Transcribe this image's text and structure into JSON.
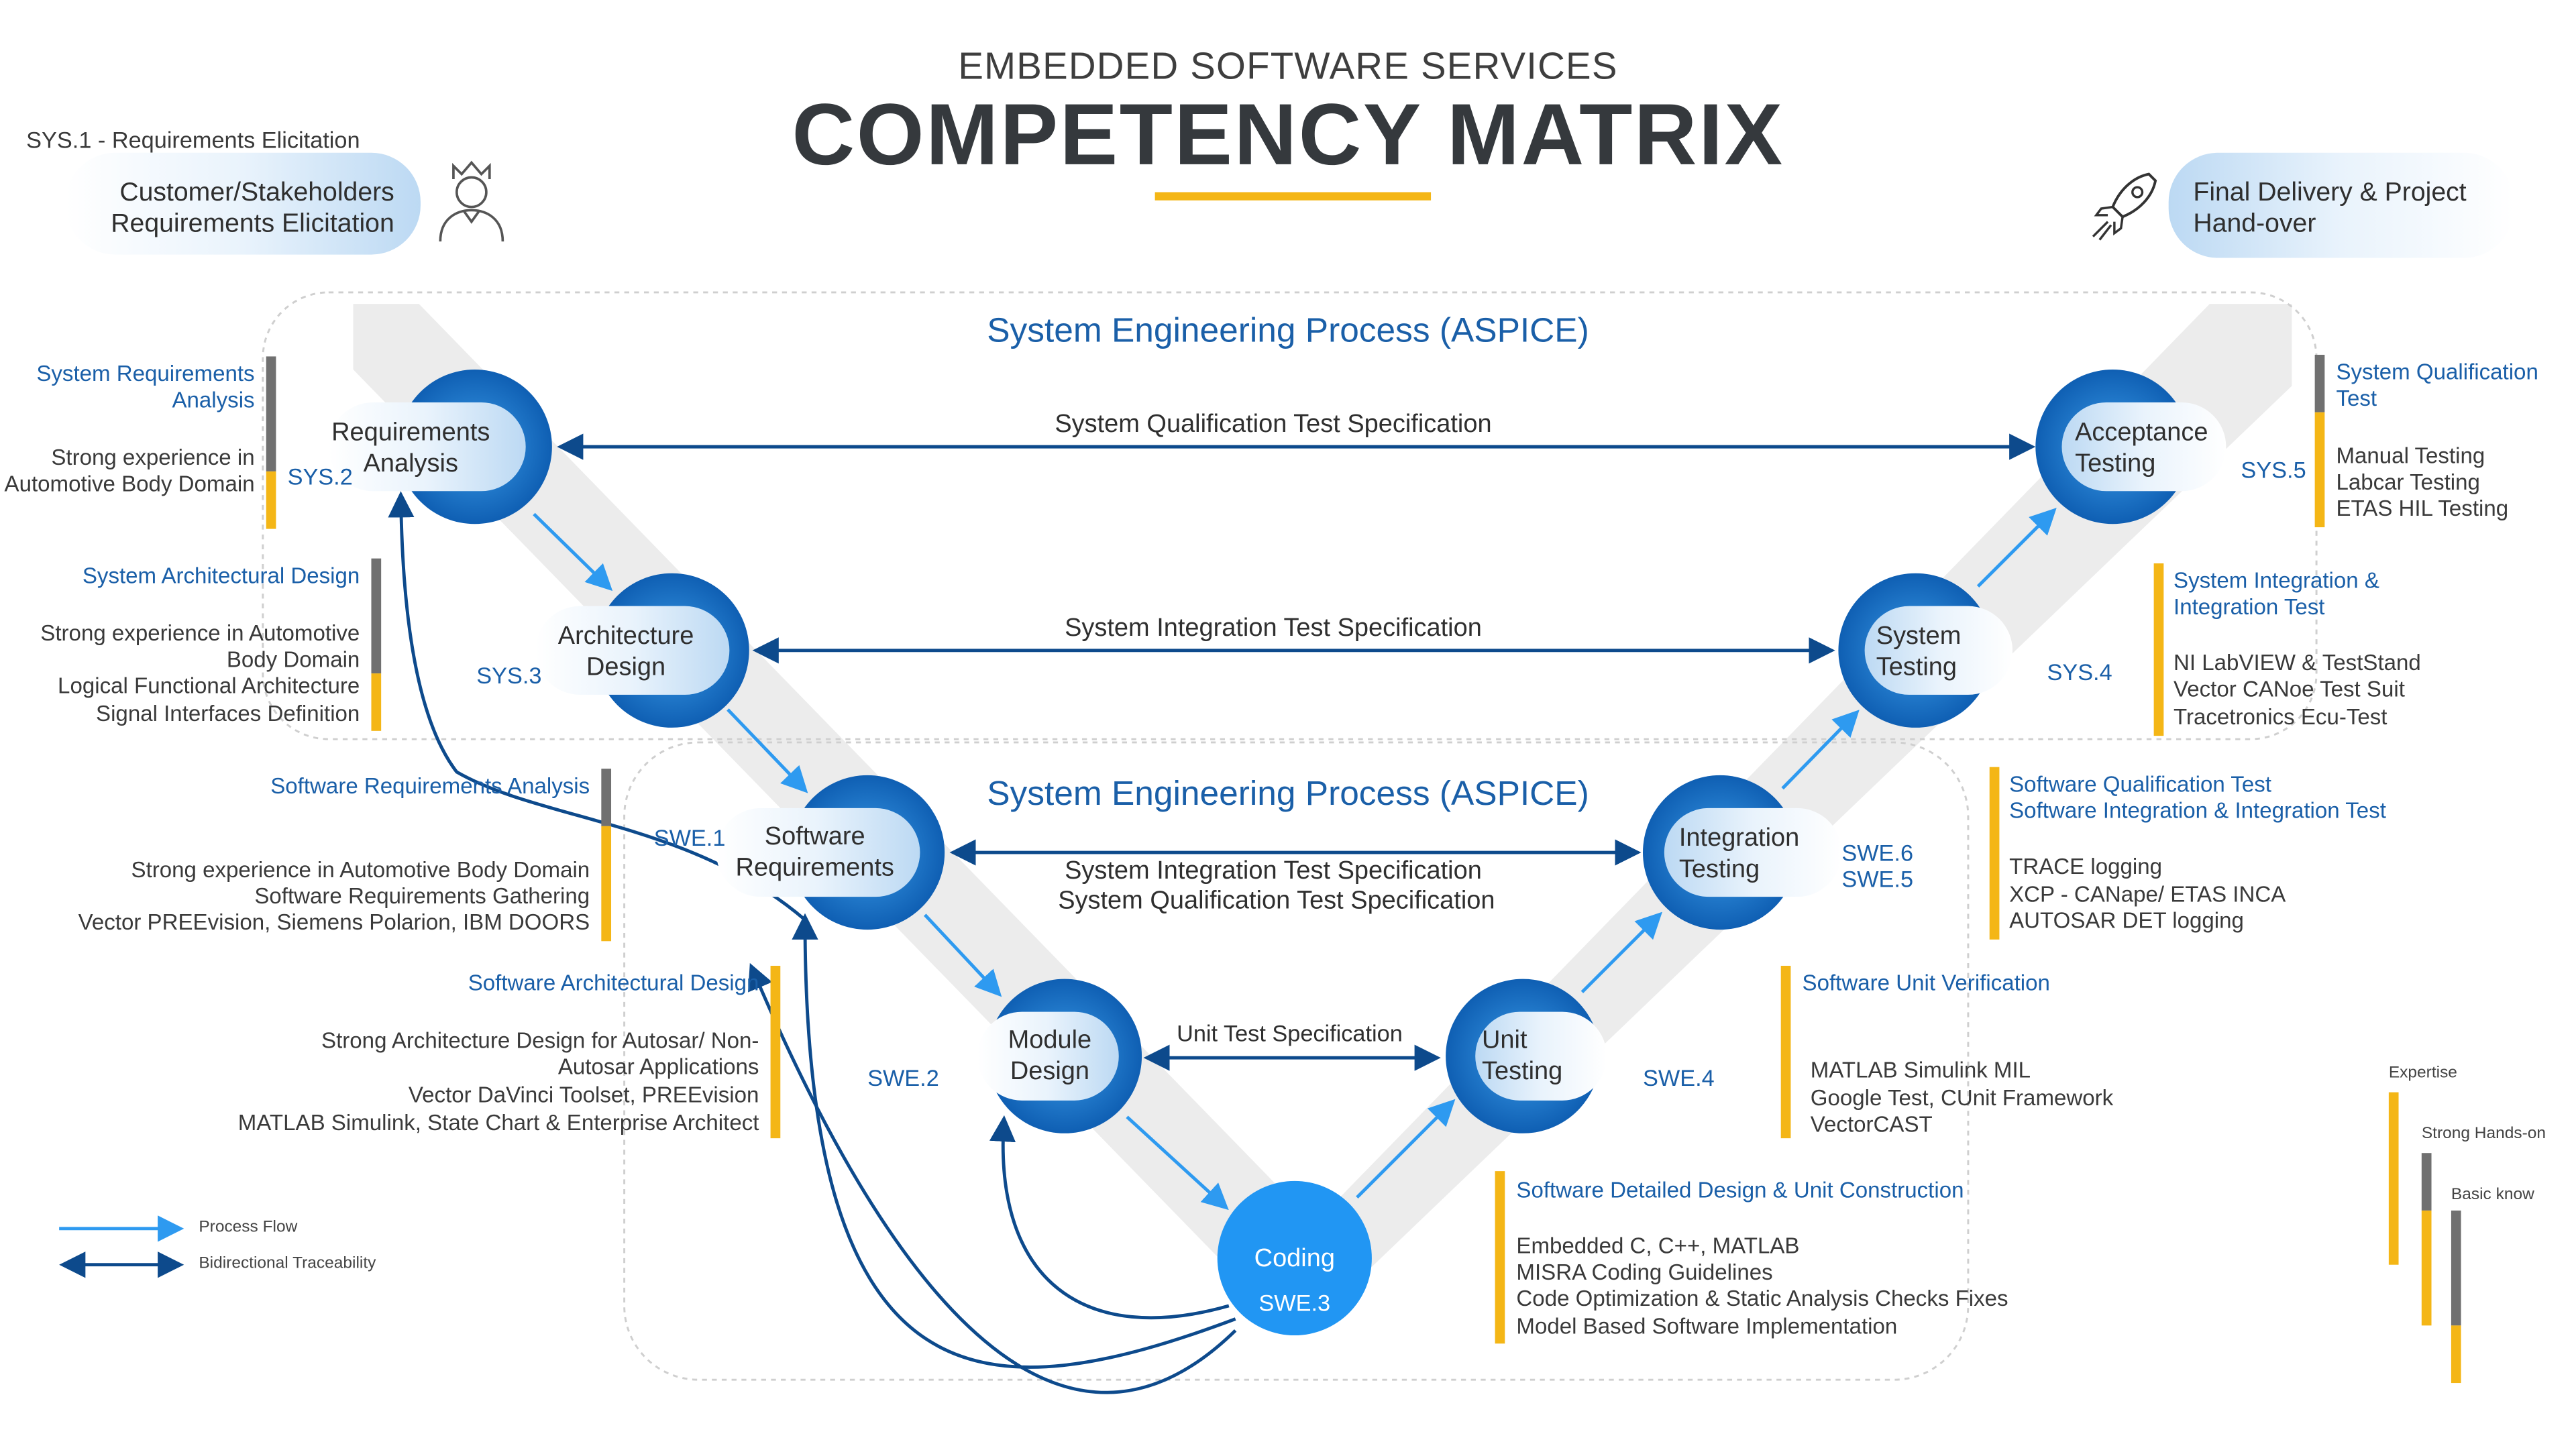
{
  "header": {
    "subtitle": "EMBEDDED SOFTWARE SERVICES",
    "title": "COMPETENCY MATRIX"
  },
  "start": {
    "code_label": "SYS.1 - Requirements Elicitation",
    "label": "Customer/Stakeholders Requirements Elicitation",
    "icon": "person-icon"
  },
  "finish": {
    "label": "Final Delivery & Project Hand-over",
    "icon": "rocket-icon"
  },
  "sections": {
    "system": "System Engineering Process (ASPICE)",
    "software": "System Engineering Process (ASPICE)"
  },
  "links": {
    "sys_qual": "System Qualification Test Specification",
    "sys_int": "System Integration Test Specification",
    "sw_int": "System Integration Test Specification",
    "sw_qual": "System Qualification Test Specification",
    "unit": "Unit Test Specification"
  },
  "nodes": {
    "req": {
      "label": "Requirements Analysis",
      "code": "SYS.2"
    },
    "arch": {
      "label": "Architecture Design",
      "code": "SYS.3"
    },
    "swreq": {
      "label": "Software Requirements",
      "code": "SWE.1"
    },
    "module": {
      "label": "Module Design",
      "code": "SWE.2"
    },
    "coding": {
      "label": "Coding",
      "code": "SWE.3"
    },
    "unit": {
      "label": "Unit Testing",
      "code": "SWE.4"
    },
    "integ": {
      "label": "Integration Testing",
      "code1": "SWE.6",
      "code2": "SWE.5"
    },
    "systest": {
      "label": "System Testing",
      "code": "SYS.4"
    },
    "accept": {
      "label": "Acceptance Testing",
      "code": "SYS.5"
    }
  },
  "competencies": {
    "sys_req": {
      "title": "System Requirements Analysis",
      "items": [
        "Strong experience in Automotive Body Domain"
      ]
    },
    "sys_arch": {
      "title": "System Architectural Design",
      "items": [
        "Strong experience in Automotive Body Domain",
        "Logical Functional Architecture",
        "Signal Interfaces Definition"
      ]
    },
    "sw_req": {
      "title": "Software Requirements Analysis",
      "items": [
        "Strong experience in Automotive Body Domain",
        "Software Requirements Gathering",
        "Vector PREEvision, Siemens Polarion, IBM DOORS"
      ]
    },
    "sw_arch": {
      "title": "Software Architectural Design",
      "items": [
        "Strong Architecture Design for Autosar/ Non-Autosar Applications",
        "Vector DaVinci Toolset, PREEvision",
        "MATLAB Simulink, State Chart & Enterprise Architect"
      ]
    },
    "sys_qual": {
      "title": "System Qualification Test",
      "items": [
        "Manual Testing",
        "Labcar Testing",
        "ETAS HIL Testing"
      ]
    },
    "sys_int": {
      "title": "System Integration & Integration Test",
      "items": [
        "NI LabVIEW & TestStand",
        "Vector CANoe Test Suit",
        "Tracetronics Ecu-Test"
      ]
    },
    "sw_qual": {
      "title1": "Software Qualification Test",
      "title2": "Software Integration & Integration Test",
      "items": [
        "TRACE logging",
        "XCP - CANape/ ETAS INCA",
        "AUTOSAR DET logging"
      ]
    },
    "sw_unit": {
      "title": "Software Unit Verification",
      "items": [
        "MATLAB Simulink MIL",
        "Google Test, CUnit Framework",
        "VectorCAST"
      ]
    },
    "sw_detail": {
      "title": "Software Detailed Design & Unit Construction",
      "items": [
        "Embedded C, C++, MATLAB",
        "MISRA Coding Guidelines",
        "Code Optimization & Static Analysis Checks Fixes",
        "Model Based Software Implementation"
      ]
    }
  },
  "legend": {
    "process_flow": "Process Flow",
    "bidirectional": "Bidirectional Traceability"
  },
  "levels": {
    "expertise": "Expertise",
    "strong": "Strong Hands-on",
    "basic": "Basic know"
  },
  "colors": {
    "accent_blue": "#1a5fa8",
    "node_blue": "#1e7fd6",
    "gold": "#f4b616",
    "gray_bar": "#707070"
  }
}
